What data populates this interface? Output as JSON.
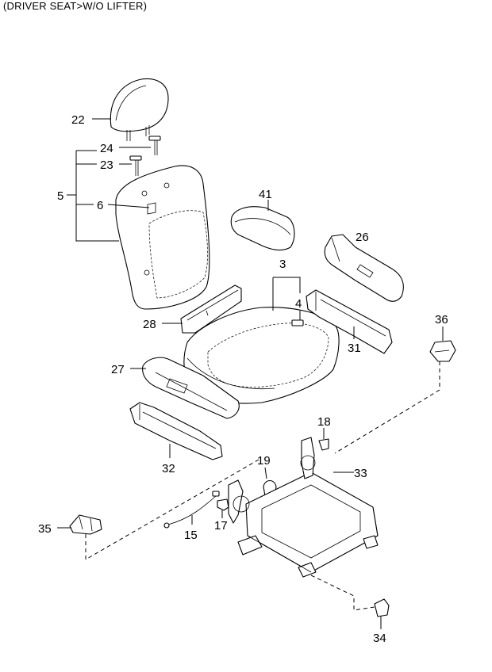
{
  "caption": "(DRIVER SEAT>W/O LIFTER)",
  "callouts": {
    "p3": "3",
    "p4": "4",
    "p5": "5",
    "p6": "6",
    "p15": "15",
    "p17": "17",
    "p18": "18",
    "p19": "19",
    "p22": "22",
    "p23": "23",
    "p24": "24",
    "p26": "26",
    "p27": "27",
    "p28": "28",
    "p31": "31",
    "p32": "32",
    "p33": "33",
    "p34": "34",
    "p35": "35",
    "p36": "36",
    "p41": "41"
  }
}
